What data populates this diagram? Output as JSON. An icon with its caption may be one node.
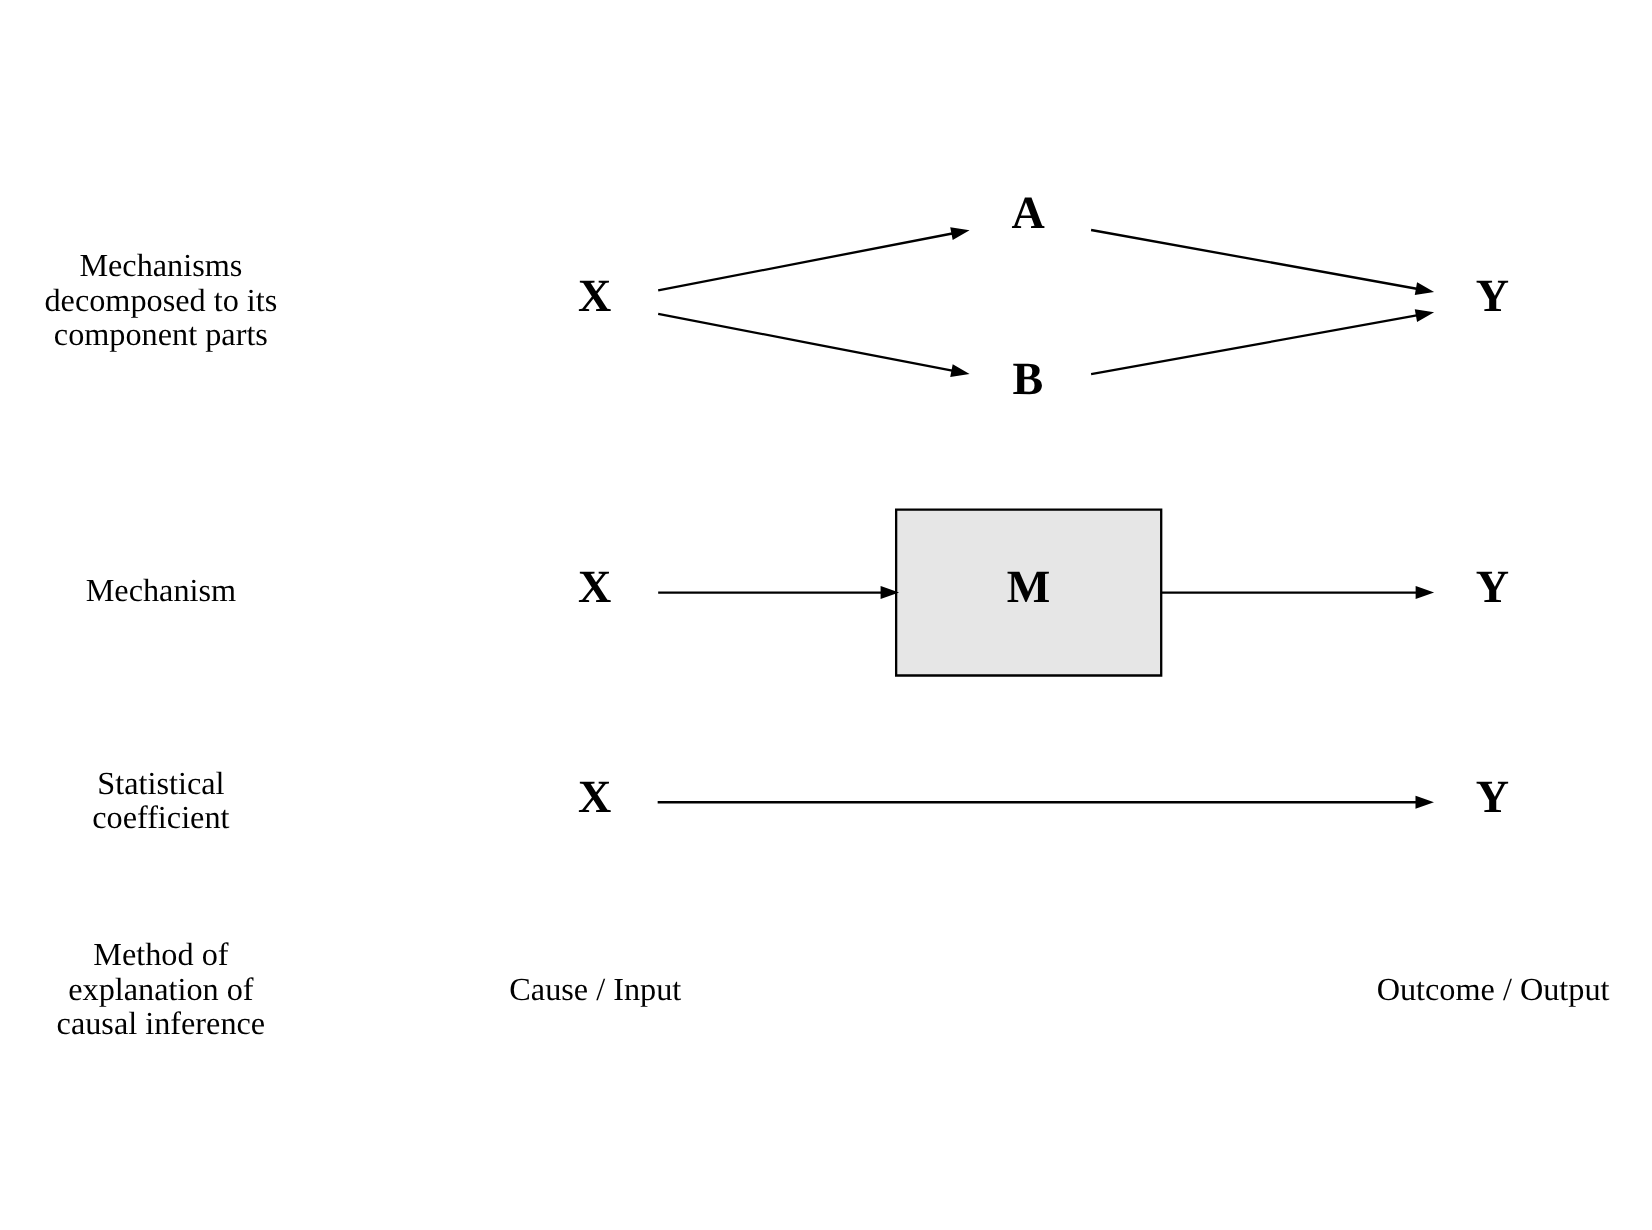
{
  "diagram": {
    "nodes": [
      {
        "text": [
          "X"
        ]
      },
      {
        "text": [
          "Y"
        ]
      },
      {
        "text": [
          "X"
        ]
      },
      {
        "text": [
          "M"
        ]
      },
      {
        "text": [
          "Y"
        ]
      },
      {
        "text": [
          "X"
        ]
      },
      {
        "text": [
          "A"
        ]
      },
      {
        "text": [
          "B"
        ]
      },
      {
        "text": [
          "Y"
        ]
      }
    ],
    "edges": [
      {
        "from": 0,
        "to": 1,
        "arrow": "to"
      },
      {
        "from": 2,
        "to": 3,
        "arrow": "to"
      },
      {
        "from": 3,
        "to": 4,
        "arrow": "to"
      },
      {
        "from": 5,
        "to": 6,
        "arrow": "to"
      },
      {
        "from": 5,
        "to": 7,
        "arrow": "to"
      },
      {
        "from": 6,
        "to": 8,
        "arrow": "to"
      },
      {
        "from": 7,
        "to": 8,
        "arrow": "to"
      }
    ],
    "labels": [
      "Method of explanation of causal inference",
      "Cause / Input",
      "Outcome / Output",
      "Statistical coefficient",
      "Mechanism",
      "Mechanisms decomposed to its component parts"
    ]
  }
}
